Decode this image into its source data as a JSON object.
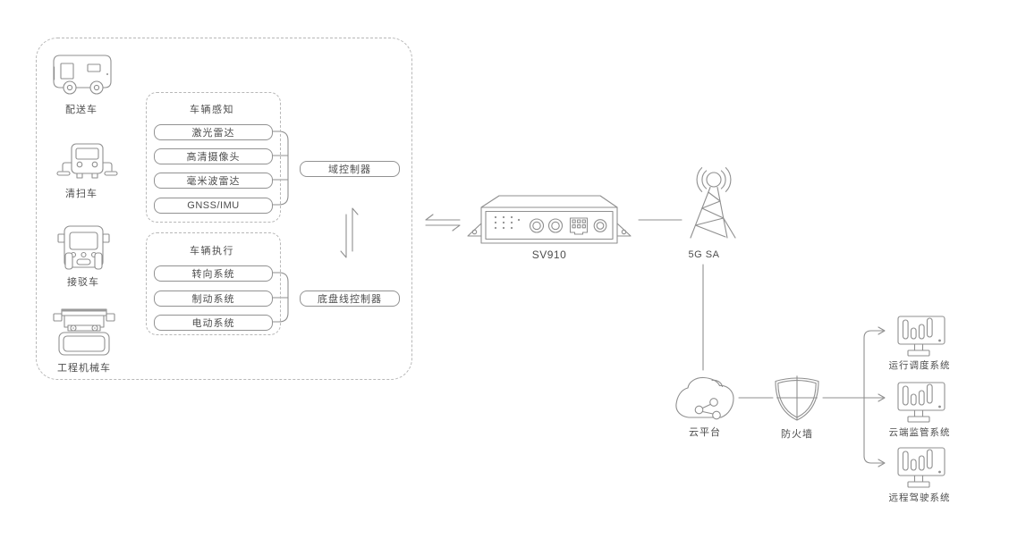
{
  "diagram_title": "",
  "colors": {
    "stroke": "#8f8f8f",
    "dash": "#b8b8b8",
    "text": "#4d4d4d",
    "background": "#ffffff"
  },
  "vehicle_zone": {
    "vehicles": [
      {
        "icon": "delivery-van-icon",
        "label": "配送车"
      },
      {
        "icon": "sweeper-truck-icon",
        "label": "清扫车"
      },
      {
        "icon": "shuttle-bus-icon",
        "label": "接驳车"
      },
      {
        "icon": "engineering-vehicle-icon",
        "label": "工程机械车"
      }
    ],
    "perception": {
      "title": "车辆感知",
      "items": [
        "激光雷达",
        "高清摄像头",
        "毫米波雷达",
        "GNSS/IMU"
      ]
    },
    "execution": {
      "title": "车辆执行",
      "items": [
        "转向系统",
        "制动系统",
        "电动系统"
      ]
    },
    "domain_controller": "域控制器",
    "chassis_controller": "底盘线控制器"
  },
  "gateway": {
    "label": "SV910",
    "icon": "vehicle-gateway-device-icon"
  },
  "network": {
    "label": "5G SA",
    "icon": "cell-tower-icon"
  },
  "cloud": {
    "label": "云平台",
    "icon": "cloud-icon"
  },
  "firewall": {
    "label": "防火墙",
    "icon": "shield-icon"
  },
  "backend_systems": [
    {
      "icon": "monitor-icon",
      "label": "运行调度系统"
    },
    {
      "icon": "monitor-icon",
      "label": "云端监管系统"
    },
    {
      "icon": "monitor-icon",
      "label": "远程驾驶系统"
    }
  ]
}
